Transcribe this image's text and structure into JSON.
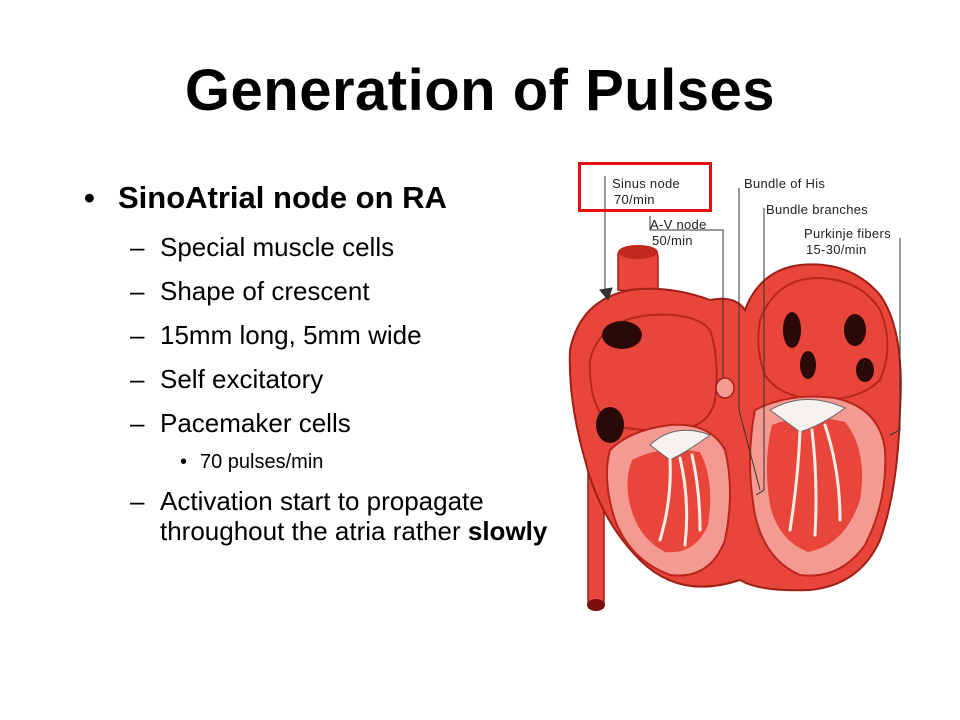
{
  "title": "Generation of Pulses",
  "bullets": {
    "main": "SinoAtrial node on RA",
    "items": [
      "Special muscle cells",
      "Shape of crescent",
      "15mm long, 5mm wide",
      "Self excitatory",
      "Pacemaker cells"
    ],
    "sub_item": "70 pulses/min",
    "last_item_prefix": "Activation start to propagate throughout the atria rather",
    "last_item_emphasis": "slowly",
    "bullet_glyph": "•",
    "dash_glyph": "–"
  },
  "diagram": {
    "labels": {
      "sinus_node": "Sinus node",
      "sinus_rate": "70/min",
      "av_node": "A-V node",
      "av_rate": "50/min",
      "bundle_his": "Bundle of His",
      "bundle_branches": "Bundle branches",
      "purkinje": "Purkinje fibers",
      "purkinje_rate": "15-30/min"
    },
    "colors": {
      "muscle": "#e8463a",
      "muscle_dark": "#b8261c",
      "chamber": "#f49a92",
      "highlight": "#e01010"
    }
  }
}
